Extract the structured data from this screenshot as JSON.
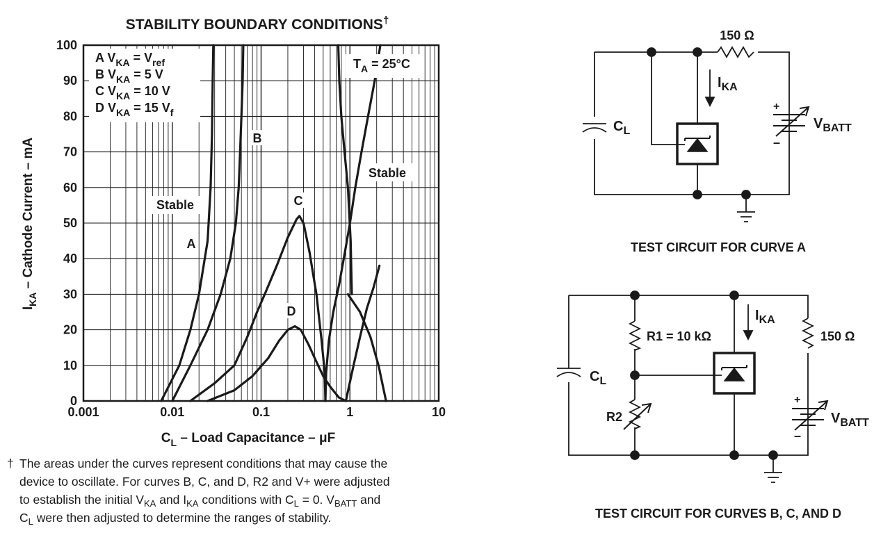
{
  "chart_data": {
    "type": "line",
    "title": "STABILITY BOUNDARY CONDITIONS",
    "title_mark": "†",
    "xlabel": {
      "main": "C",
      "sub": "L",
      "rest": " – Load Capacitance – μF"
    },
    "ylabel": {
      "main": "I",
      "sub": "KA",
      "rest": " – Cathode Current – mA"
    },
    "x_scale": "log",
    "xlim": [
      0.001,
      10
    ],
    "ylim": [
      0,
      100
    ],
    "grid": true,
    "x_ticks": [
      "0.001",
      "0.01",
      "0.1",
      "1",
      "10"
    ],
    "y_ticks": [
      "0",
      "10",
      "20",
      "30",
      "40",
      "50",
      "60",
      "70",
      "80",
      "90",
      "100"
    ],
    "legend": [
      {
        "letter": "A",
        "main": "V",
        "sub": "KA",
        "eq": " = V",
        "sub2": "ref"
      },
      {
        "letter": "B",
        "main": "V",
        "sub": "KA",
        "eq": " = 5 V",
        "sub2": ""
      },
      {
        "letter": "C",
        "main": "V",
        "sub": "KA",
        "eq": " = 10 V",
        "sub2": ""
      },
      {
        "letter": "D",
        "main": "V",
        "sub": "KA",
        "eq": " = 15 V",
        "sub2": "f"
      }
    ],
    "temperature_note": {
      "main": "T",
      "sub": "A",
      "rest": " = 25°C"
    },
    "annotations": [
      "Stable",
      "Stable"
    ],
    "series": [
      {
        "name": "A",
        "segments": [
          {
            "x": [
              0.0075,
              0.012,
              0.016,
              0.02,
              0.025,
              0.027,
              0.028,
              0.0285,
              0.029
            ],
            "y": [
              0,
              10,
              20,
              30,
              45,
              60,
              75,
              90,
              100
            ]
          }
        ]
      },
      {
        "name": "B",
        "segments": [
          {
            "x": [
              0.01,
              0.016,
              0.025,
              0.035,
              0.045,
              0.052,
              0.056,
              0.058,
              0.06,
              0.062,
              0.063
            ],
            "y": [
              0,
              10,
              20,
              30,
              40,
              50,
              60,
              70,
              80,
              90,
              100
            ]
          }
        ]
      },
      {
        "name": "C",
        "segments": [
          {
            "x": [
              0.016,
              0.03,
              0.05,
              0.07,
              0.09,
              0.11,
              0.15,
              0.2,
              0.25,
              0.27,
              0.3,
              0.35,
              0.42,
              0.48,
              0.52,
              0.53
            ],
            "y": [
              0,
              5,
              10,
              18,
              25,
              30,
              38,
              46,
              51,
              52,
              50,
              42,
              30,
              17,
              8,
              0
            ]
          }
        ]
      },
      {
        "name": "D",
        "segments": [
          {
            "x": [
              0.025,
              0.05,
              0.08,
              0.12,
              0.16,
              0.2,
              0.24,
              0.28,
              0.34,
              0.42,
              0.5,
              0.6,
              0.75,
              0.9
            ],
            "y": [
              0,
              3,
              7,
              12,
              17,
              20,
              21,
              20,
              16,
              11,
              7,
              4,
              1,
              0
            ]
          }
        ]
      },
      {
        "name": "B",
        "segments": [
          {
            "x": [
              0.74,
              0.76,
              0.8,
              0.87,
              0.95,
              1.02,
              1.05
            ],
            "y": [
              100,
              90,
              80,
              70,
              60,
              45,
              30
            ]
          },
          {
            "x": [
              0.95,
              1.3,
              1.7,
              2.1,
              2.55
            ],
            "y": [
              30,
              25,
              18,
              10,
              0
            ]
          }
        ]
      },
      {
        "name": "C",
        "segments": [
          {
            "x": [
              0.53,
              0.54,
              0.58,
              0.65,
              0.76,
              0.88,
              1.0,
              1.15,
              1.35,
              1.6,
              1.9,
              2.2
            ],
            "y": [
              0,
              8,
              17,
              25,
              33,
              42,
              50,
              60,
              70,
              80,
              90,
              100
            ]
          }
        ]
      },
      {
        "name": "D",
        "segments": [
          {
            "x": [
              0.9,
              1.1,
              1.3,
              1.55,
              1.85,
              2.15
            ],
            "y": [
              0,
              10,
              18,
              26,
              32,
              38
            ]
          }
        ]
      }
    ],
    "curve_labels": [
      "A",
      "B",
      "C",
      "D"
    ]
  },
  "footnote": {
    "dagger": "†",
    "l1": "The areas under the curves represent conditions that may cause the",
    "l2": "device to oscillate. For curves B, C, and D, R2 and V+ were adjusted",
    "l3a": "to establish the initial V",
    "l3b": "KA",
    "l3c": " and I",
    "l3d": "KA",
    "l3e": " conditions with C",
    "l3f": "L",
    "l3g": " = 0. V",
    "l3h": "BATT",
    "l3i": " and",
    "l4a": "C",
    "l4b": "L",
    "l4c": " were then adjusted to determine the ranges of stability."
  },
  "circuit_a": {
    "caption": "TEST CIRCUIT FOR CURVE A",
    "resistor": "150 Ω",
    "current": {
      "main": "I",
      "sub": "KA"
    },
    "cap": {
      "main": "C",
      "sub": "L"
    },
    "battery": {
      "main": "V",
      "sub": "BATT"
    },
    "plus": "+",
    "minus": "–"
  },
  "circuit_bcd": {
    "caption": "TEST CIRCUIT FOR CURVES B, C, AND D",
    "r1": "R1 = 10 kΩ",
    "r2": "R2",
    "resistor": "150 Ω",
    "current": {
      "main": "I",
      "sub": "KA"
    },
    "cap": {
      "main": "C",
      "sub": "L"
    },
    "battery": {
      "main": "V",
      "sub": "BATT"
    },
    "plus": "+",
    "minus": "–"
  }
}
